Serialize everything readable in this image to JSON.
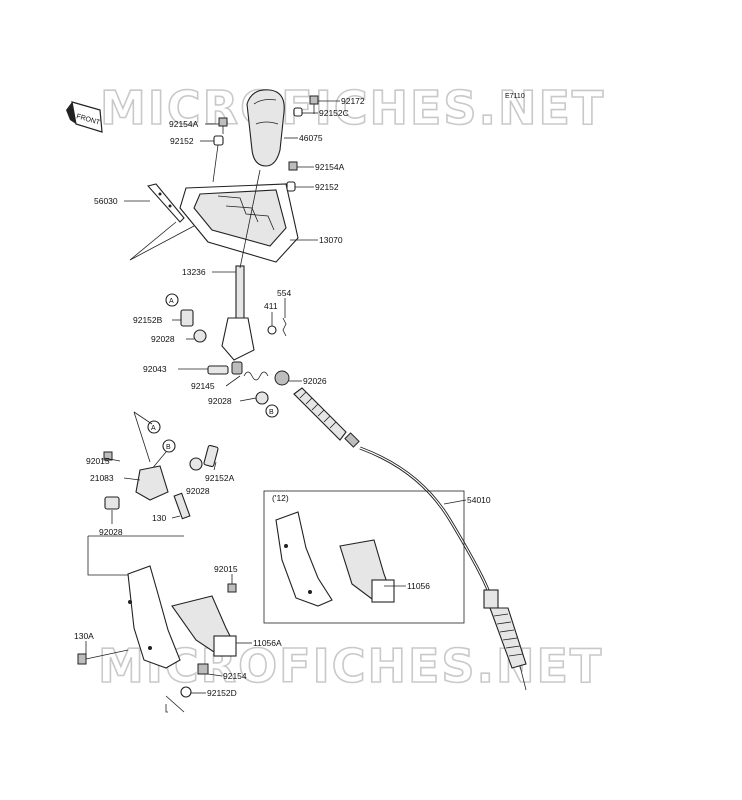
{
  "diagram_code": "E7110",
  "front_label": "FRONT",
  "watermarks": [
    "MICROFICHES.NET",
    "MICROFICHES.NET"
  ],
  "year_note": "('12)",
  "callouts": {
    "a": "A",
    "b": "B"
  },
  "parts": {
    "p92172": "92172",
    "p92152C": "92152C",
    "p46075": "46075",
    "p92154A_top": "92154A",
    "p92152_top": "92152",
    "p92154A_right": "92154A",
    "p92152_right": "92152",
    "p56030": "56030",
    "p13070": "13070",
    "p13236": "13236",
    "p411": "411",
    "p554": "554",
    "p92152B": "92152B",
    "p92028_a": "92028",
    "p92043": "92043",
    "p92145": "92145",
    "p92026": "92026",
    "p92028_b": "92028",
    "p92015_left": "92015",
    "p21083": "21083",
    "p92028_c": "92028",
    "p92152A": "92152A",
    "p130": "130",
    "p92028_d": "92028",
    "p54010": "54010",
    "p11056": "11056",
    "p92015_bottom": "92015",
    "p11056A": "11056A",
    "p130A": "130A",
    "p92154": "92154",
    "p92152D": "92152D"
  }
}
